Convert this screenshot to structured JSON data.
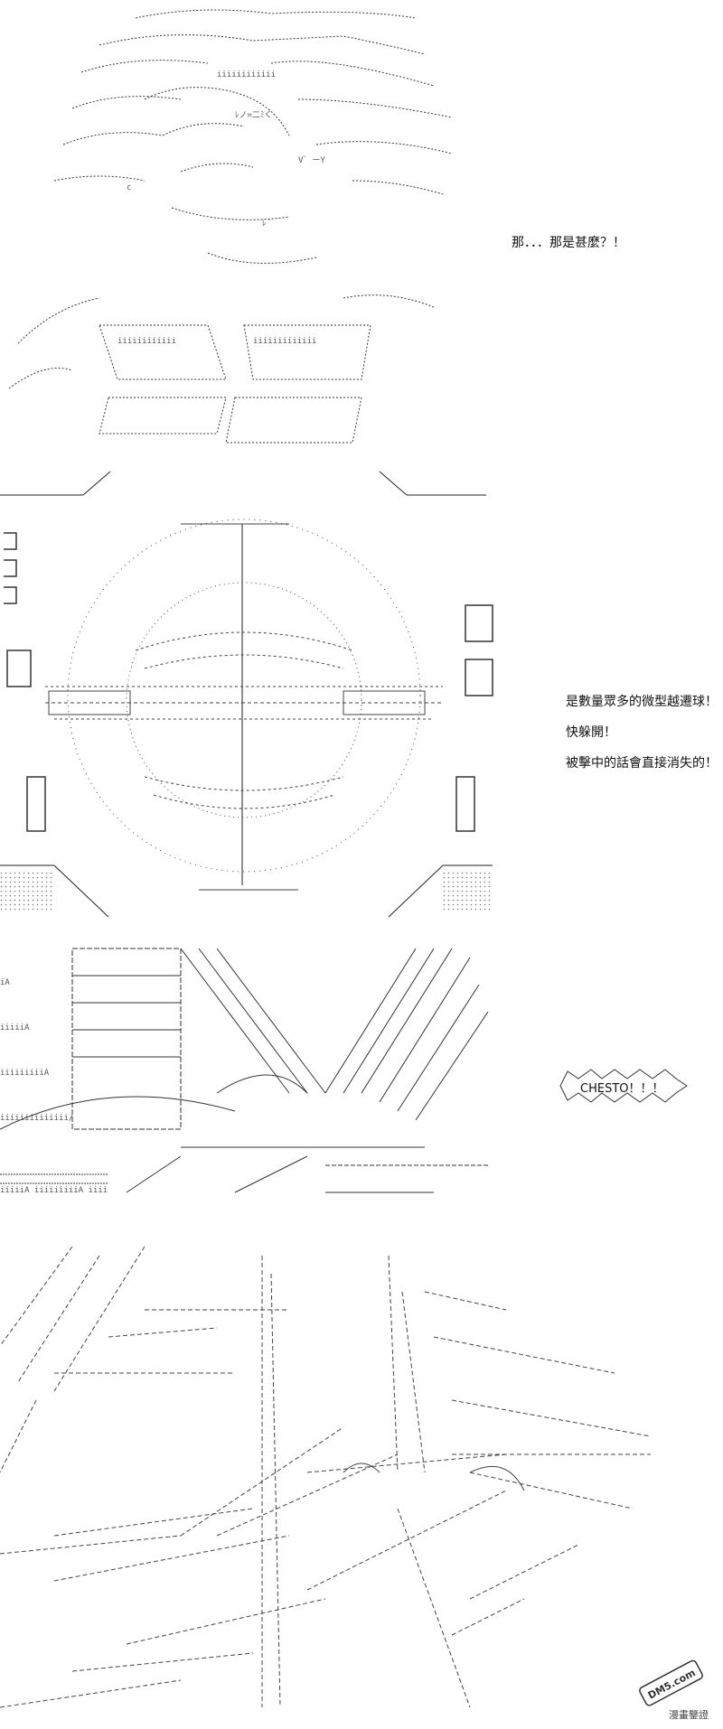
{
  "panels": {
    "panel1": {
      "caption": "那．．．那是甚麼？！"
    },
    "panel2": {
      "lines": [
        "是數量眾多的微型越遷球！",
        "快躲開！",
        "被擊中的話會直接消失的！"
      ]
    },
    "panel3": {
      "shout": "CHESTO！！！"
    }
  },
  "watermark": {
    "logo_text": "DM5.com",
    "caption": "漫畫鑒證"
  },
  "colors": {
    "ink": "#222222",
    "background": "#ffffff"
  }
}
